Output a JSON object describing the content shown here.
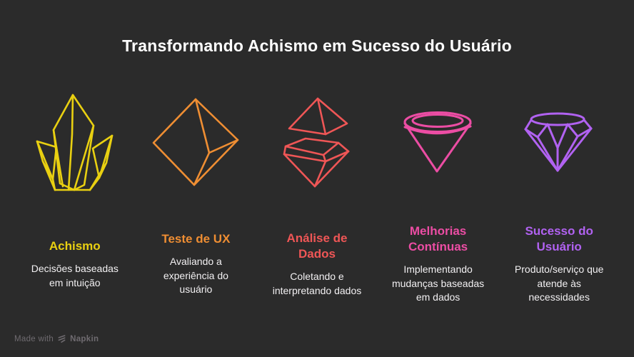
{
  "title": "Transformando Achismo em Sucesso do Usuário",
  "stages": [
    {
      "title": "Achismo",
      "description": "Decisões baseadas\nem intuição",
      "color": "#e9d011",
      "icon": "raw-crystal-icon"
    },
    {
      "title": "Teste de UX",
      "description": "Avaliando a\nexperiência do\nusuário",
      "color": "#ef8e33",
      "icon": "octahedron-gem-icon"
    },
    {
      "title": "Análise de\nDados",
      "description": "Coletando e\ninterpretando dados",
      "color": "#ef5656",
      "icon": "split-gem-icon"
    },
    {
      "title": "Melhorias\nContínuas",
      "description": "Implementando\nmudanças baseadas\nem dados",
      "color": "#ec4da4",
      "icon": "cone-gem-icon"
    },
    {
      "title": "Sucesso do\nUsuário",
      "description": "Produto/serviço que\natende às\nnecessidades",
      "color": "#b162f1",
      "icon": "brilliant-diamond-icon"
    }
  ],
  "footer": {
    "made_with": "Made with",
    "brand": "Napkin",
    "logo_icon": "napkin-logo-icon"
  },
  "colors": {
    "background": "#2b2b2b",
    "title_text": "#ffffff",
    "description_text": "#f2f0f2",
    "footer_text": "#6f6b70"
  }
}
